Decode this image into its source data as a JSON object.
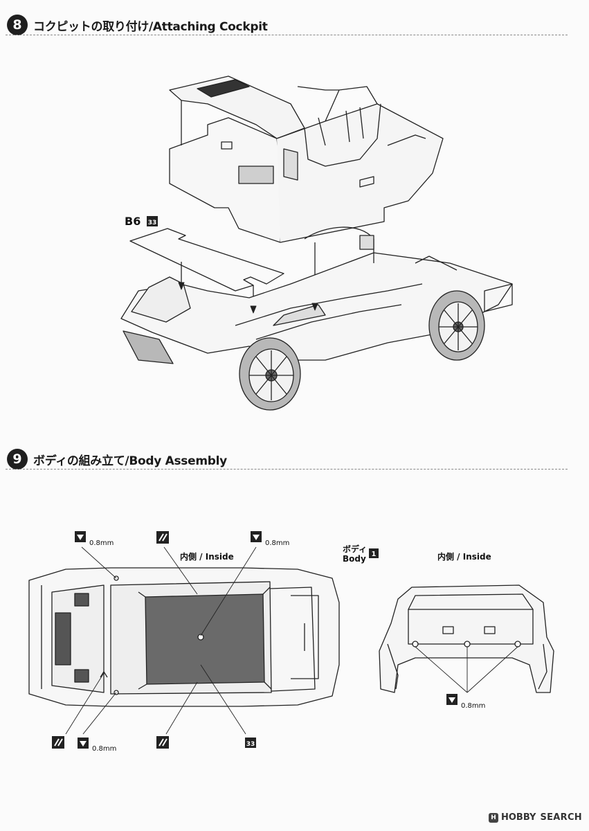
{
  "steps": [
    {
      "number": "8",
      "title": "コクピットの取り付け/Attaching Cockpit",
      "labels": {
        "part_code": "B6",
        "decal_no": "33"
      }
    },
    {
      "number": "9",
      "title": "ボディの組み立て/Body Assembly",
      "labels": {
        "drill_1": "0.8mm",
        "drill_2": "0.8mm",
        "drill_3": "0.8mm",
        "drill_4": "0.8mm",
        "inside_left": "内側 / Inside",
        "inside_right": "内側 / Inside",
        "body_jp": "ボディ",
        "body_en": "Body",
        "body_part_no": "1",
        "decal_no": "33"
      }
    }
  ],
  "watermark": {
    "logo": "H",
    "brand": "HOBBY",
    "suffix": "SEARCH"
  }
}
